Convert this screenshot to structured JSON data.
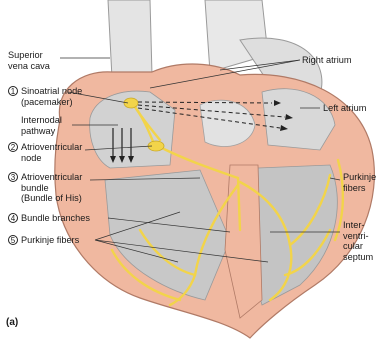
{
  "panel_label": "(a)",
  "labels": {
    "superior_vena_cava": {
      "line1": "Superior",
      "line2": "vena cava"
    },
    "right_atrium": "Right atrium",
    "sa_node": {
      "number": "1",
      "line1": "Sinoatrial node",
      "line2": "(pacemaker)"
    },
    "left_atrium": "Left atrium",
    "internodal_pathway": {
      "line1": "Internodal",
      "line2": "pathway"
    },
    "av_node": {
      "number": "2",
      "line1": "Atrioventricular",
      "line2": "node"
    },
    "av_bundle": {
      "number": "3",
      "line1": "Atrioventricular",
      "line2": "bundle",
      "line3": "(Bundle of His)"
    },
    "purkinje_right": {
      "line1": "Purkinje",
      "line2": "fibers"
    },
    "bundle_branches": {
      "number": "4",
      "text": "Bundle branches"
    },
    "purkinje_left": {
      "number": "5",
      "text": "Purkinje fibers"
    },
    "septum": {
      "line1": "Inter-",
      "line2": "ventri-",
      "line3": "cular",
      "line4": "septum"
    }
  },
  "colors": {
    "heart_wall": "#f0b8a0",
    "chamber": "#cfcfcf",
    "conduction": "#f2d44a",
    "vessel": "#e6e6e6"
  }
}
